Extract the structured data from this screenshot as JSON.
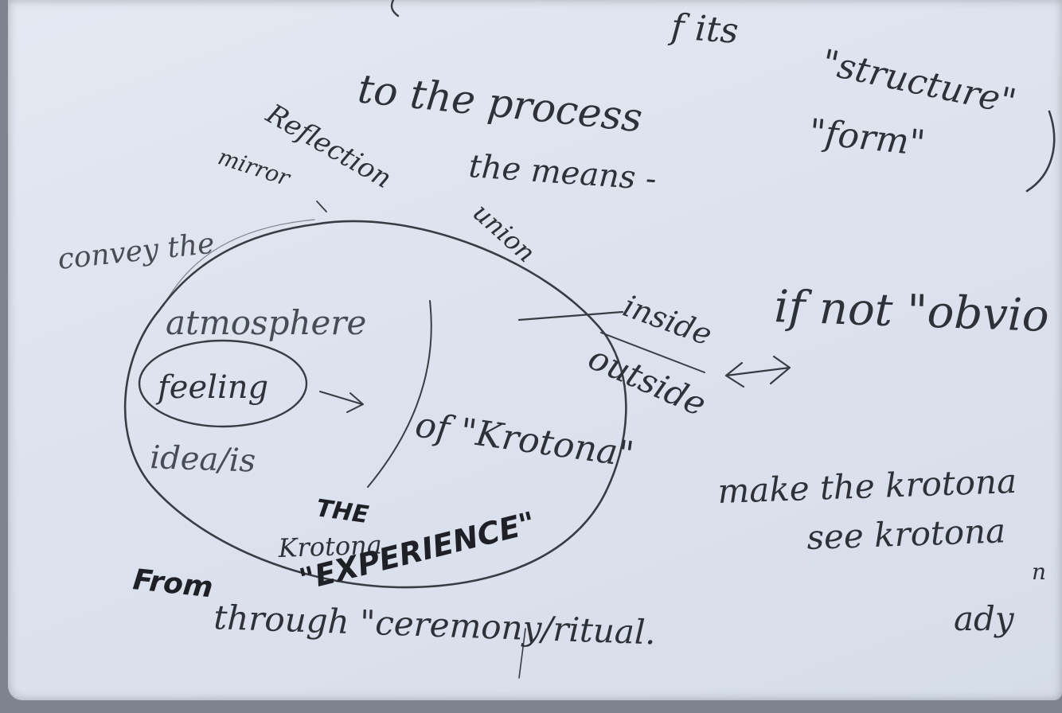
{
  "notes": {
    "top_fragment": "f its",
    "structure": "\"structure\"",
    "form": "\"form\"",
    "to_the_process": "to the process",
    "the_means": "the means -",
    "reflection": "Reflection",
    "mirror": "mirror",
    "union": "union",
    "convey_the": "convey the",
    "atmosphere": "atmosphere",
    "feeling": "feeling",
    "idea_is": "idea/is",
    "of_krotona": "of \"Krotona\"",
    "the": "THE",
    "krotona": "Krotona",
    "experience": "\"EXPERIENCE\"",
    "inside": "inside",
    "outside": "outside",
    "if_not_obvious": "if not \"obvio",
    "from": "From",
    "through_ceremony": "through \"ceremony/ritual.",
    "make_the_krotona": "make the krotona",
    "see_krotona": "see krotona",
    "fragment_n": "n",
    "fragment_ady": "ady"
  }
}
